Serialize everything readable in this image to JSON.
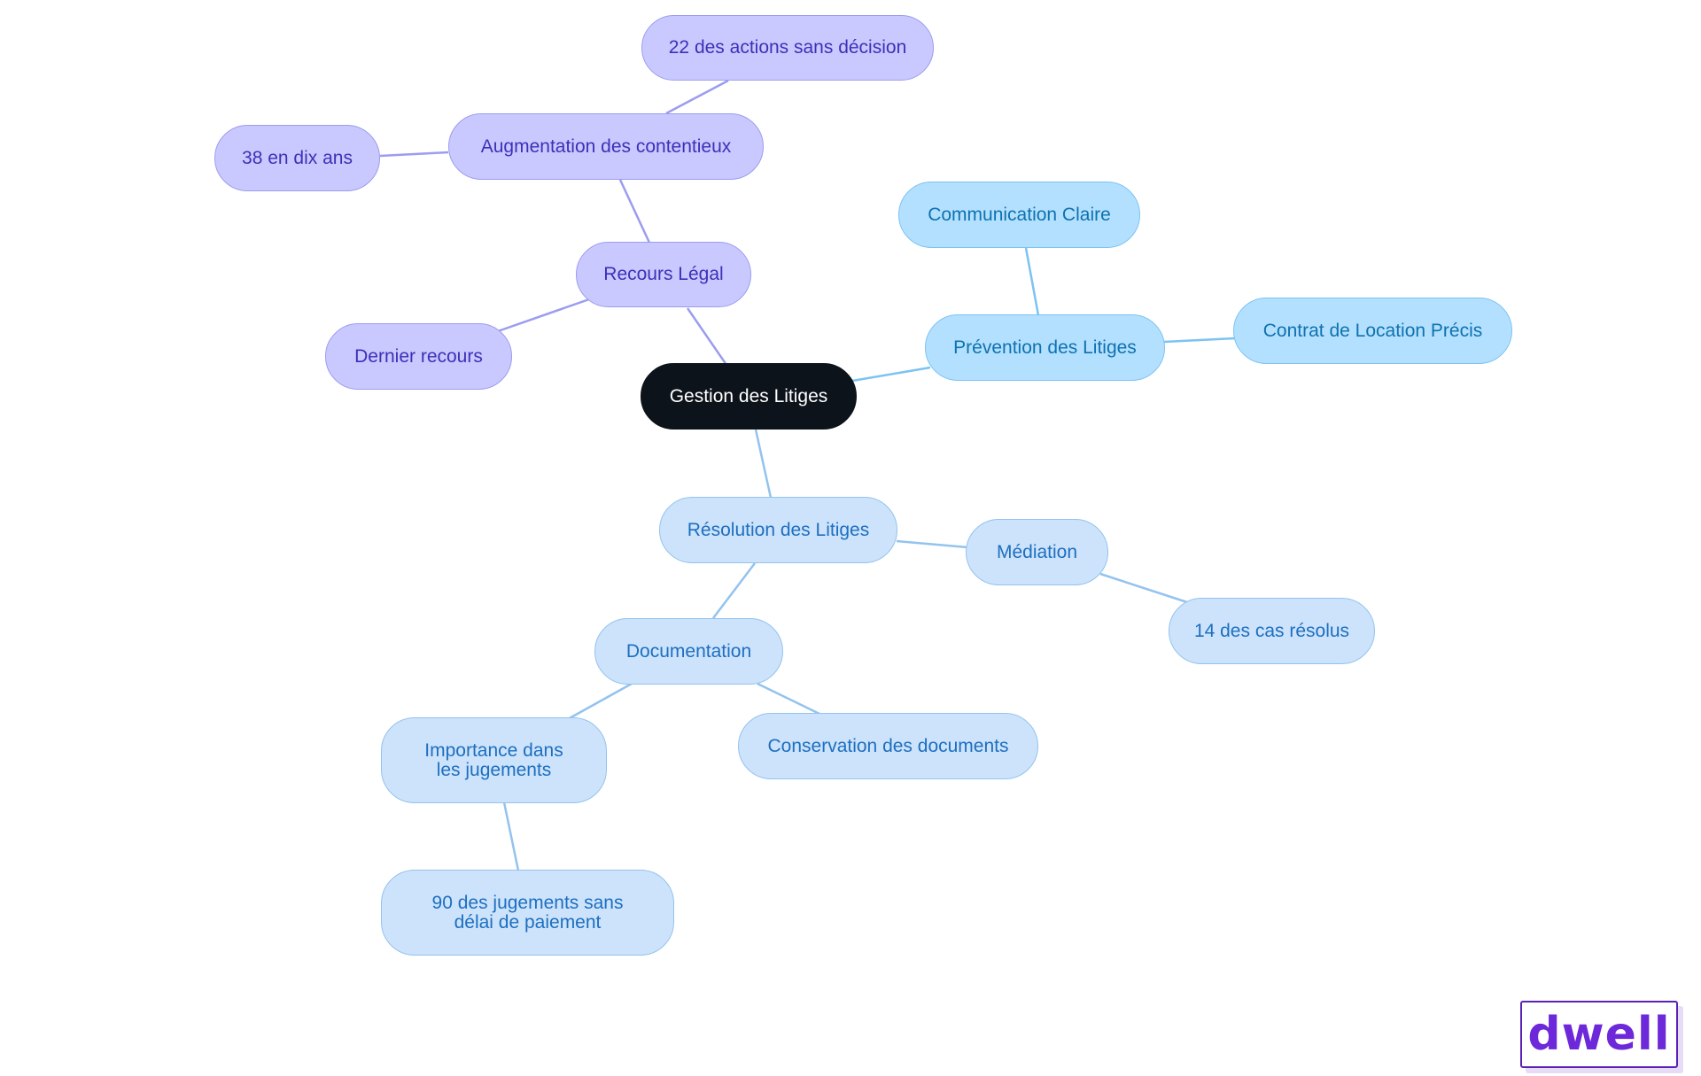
{
  "diagram": {
    "colors": {
      "purple_line": "#9c9cf0",
      "sky_line": "#7cc3f2",
      "pale_line": "#93c3ee"
    },
    "nodes": {
      "root": "Gestion des Litiges",
      "recours": "Recours Légal",
      "augmentation": "Augmentation des contentieux",
      "actions": "22 des actions sans décision",
      "dixans": "38 en dix ans",
      "dernier": "Dernier recours",
      "prevention": "Prévention des Litiges",
      "communication": "Communication Claire",
      "contrat": "Contrat de Location Précis",
      "resolution": "Résolution des Litiges",
      "mediation": "Médiation",
      "cas": "14 des cas résolus",
      "documentation": "Documentation",
      "conservation": "Conservation des documents",
      "importance": "Importance dans les jugements",
      "jugements": "90 des jugements sans délai de paiement"
    }
  },
  "brand": {
    "logo_text": "dwell"
  }
}
